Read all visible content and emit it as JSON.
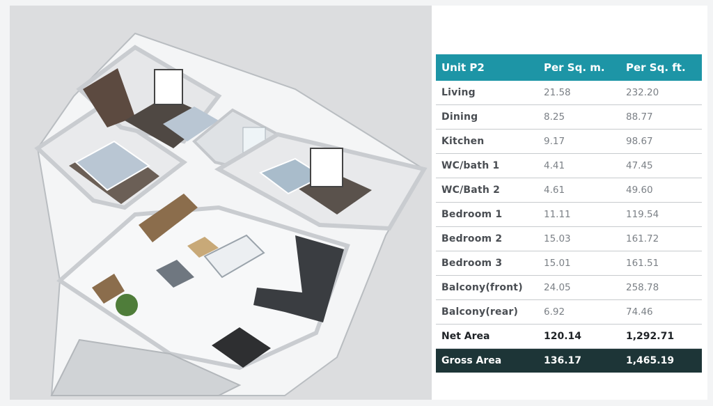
{
  "table": {
    "headers": [
      "Unit P2",
      "Per Sq. m.",
      "Per Sq. ft."
    ],
    "rows": [
      {
        "room": "Living",
        "sqm": "21.58",
        "sqft": "232.20"
      },
      {
        "room": "Dining",
        "sqm": "8.25",
        "sqft": "88.77"
      },
      {
        "room": "Kitchen",
        "sqm": "9.17",
        "sqft": "98.67"
      },
      {
        "room": "WC/bath 1",
        "sqm": "4.41",
        "sqft": "47.45"
      },
      {
        "room": "WC/Bath 2",
        "sqm": "4.61",
        "sqft": "49.60"
      },
      {
        "room": "Bedroom 1",
        "sqm": "11.11",
        "sqft": "119.54"
      },
      {
        "room": "Bedroom 2",
        "sqm": "15.03",
        "sqft": "161.72"
      },
      {
        "room": "Bedroom 3",
        "sqm": "15.01",
        "sqft": "161.51"
      },
      {
        "room": "Balcony(front)",
        "sqm": "24.05",
        "sqft": "258.78"
      },
      {
        "room": "Balcony(rear)",
        "sqm": "6.92",
        "sqft": "74.46"
      }
    ],
    "net": {
      "room": "Net Area",
      "sqm": "120.14",
      "sqft": "1,292.71"
    },
    "gross": {
      "room": "Gross Area",
      "sqm": "136.17",
      "sqft": "1,465.19"
    }
  },
  "colors": {
    "header_teal": "#1d95a6",
    "gross_dark": "#1d3537",
    "plan_background": "#dcdddf"
  }
}
